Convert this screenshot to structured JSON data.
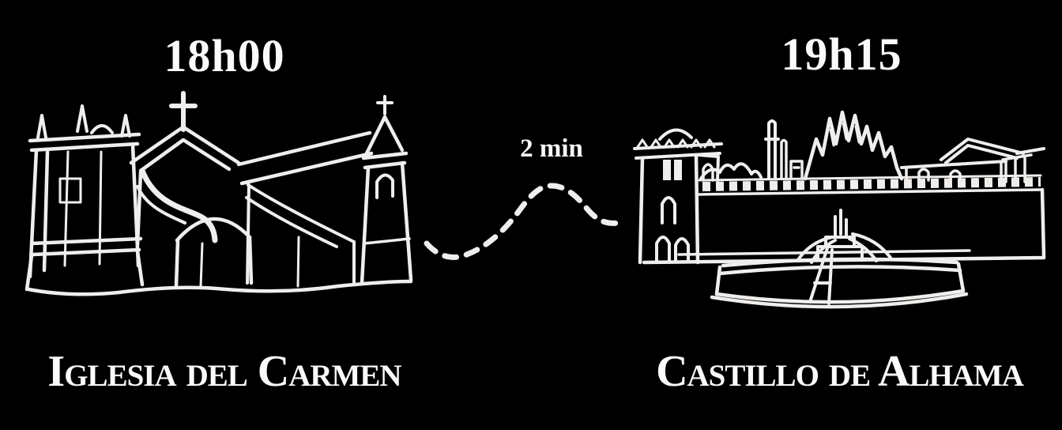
{
  "page": {
    "background_color": "#000000",
    "ink_color": "#f0eeec",
    "text_color": "#fbfaf9",
    "kind": "walking itinerary diagram"
  },
  "left_stop": {
    "time": "18h00",
    "name": "Iglesia del Carmen",
    "illustration": "church-line-sketch"
  },
  "route": {
    "duration_label": "2 min",
    "style": "dashed-curved-walking-path"
  },
  "right_stop": {
    "time": "19h15",
    "name": "Castillo de Alhama",
    "illustration": "castle-and-fountain-line-sketch"
  }
}
